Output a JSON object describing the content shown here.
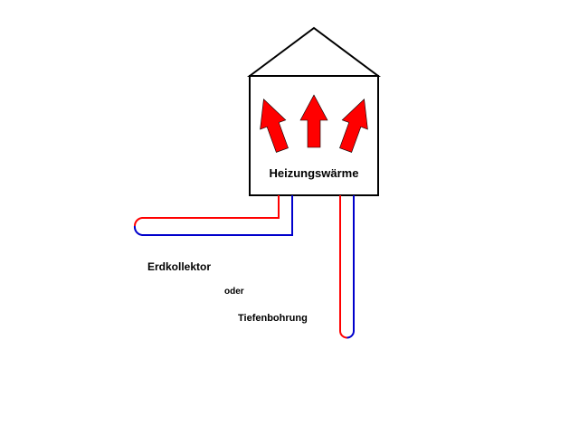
{
  "house": {
    "label": "Heizungswärme",
    "arrow_color": "#ff0000"
  },
  "pipes": {
    "supply_color": "#ff0000",
    "return_color": "#0000cc"
  },
  "labels": {
    "collector": "Erdkollektor",
    "conjunction": "oder",
    "borehole": "Tiefenbohrung"
  }
}
